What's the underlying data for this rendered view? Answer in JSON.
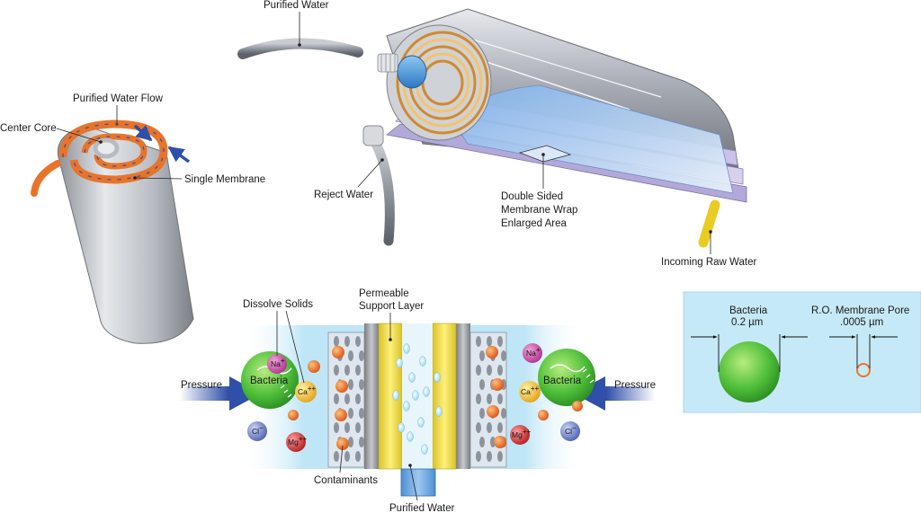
{
  "labels": {
    "purified_water_top": "Purified Water",
    "reject_water": "Reject Water",
    "double_sided_line1": "Double Sided",
    "double_sided_line2": "Membrane Wrap",
    "double_sided_line3": "Enlarged Area",
    "incoming_raw_water": "Incoming Raw Water",
    "purified_water_flow": "Purified Water Flow",
    "center_core": "Center Core",
    "single_membrane": "Single Membrane",
    "dissolve_solids": "Dissolve Solids",
    "permeable_line1": "Permeable",
    "permeable_line2": "Support Layer",
    "pressure_left": "Pressure",
    "pressure_right": "Pressure",
    "bacteria_left": "Bacteria",
    "bacteria_right": "Bacteria",
    "contaminants": "Contaminants",
    "purified_water_bottom": "Purified Water"
  },
  "ions": {
    "na": "Na",
    "ca": "Ca",
    "cl": "Cl",
    "mg": "Mg",
    "plus": "+",
    "plusplus": "++",
    "minus": "−"
  },
  "inset": {
    "bacteria_label": "Bacteria",
    "bacteria_size": "0.2 µm",
    "pore_label": "R.O. Membrane Pore",
    "pore_size": ".0005 µm"
  },
  "colors": {
    "orange": "#e8742a",
    "blue_arrow": "#2f4fa8",
    "membrane_yellow": "#f2e24a",
    "water_blue": "#bfe6f7",
    "bacteria_green": "#4fbf3a",
    "inset_bg": "#c6e9f7"
  }
}
